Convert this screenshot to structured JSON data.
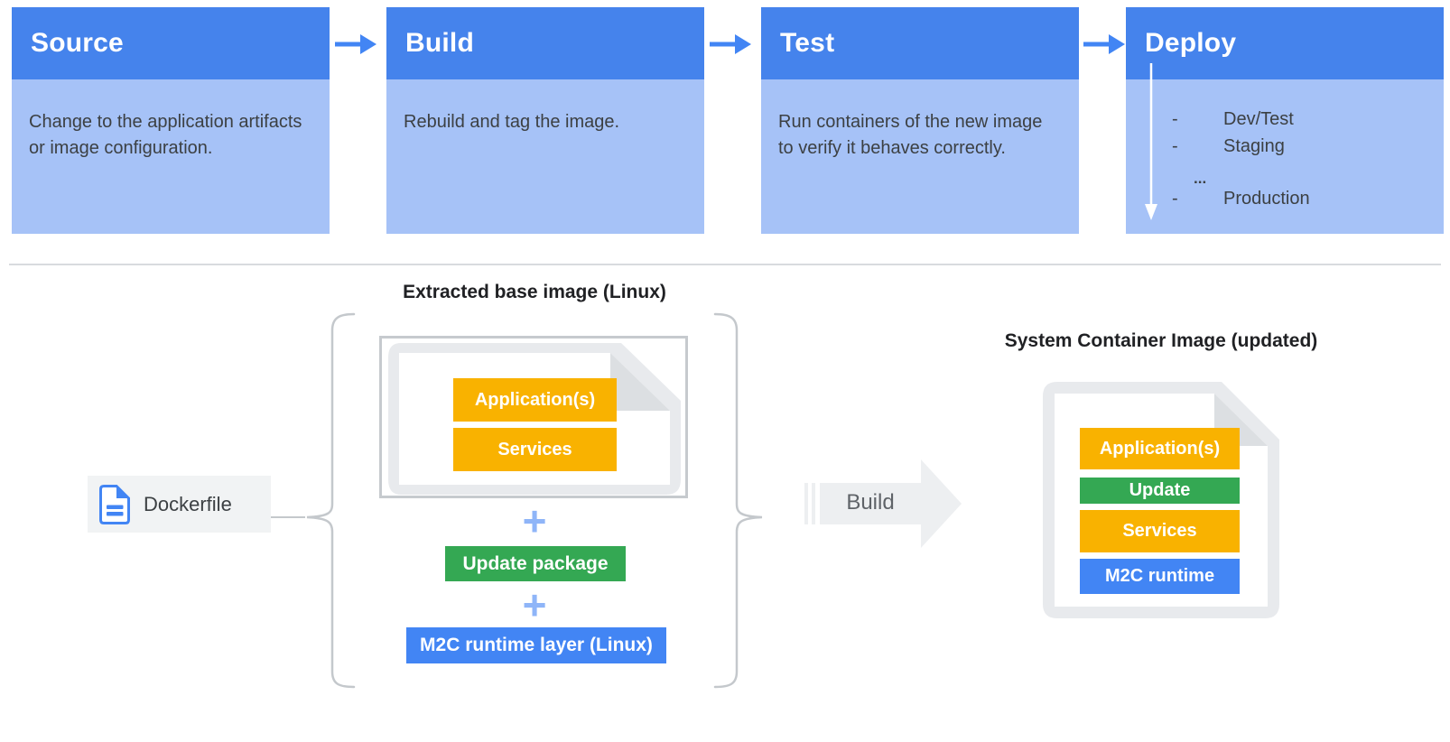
{
  "pipeline": {
    "stages": [
      {
        "title": "Source",
        "description": "Change to the application artifacts or image configuration."
      },
      {
        "title": "Build",
        "description": "Rebuild and tag the image."
      },
      {
        "title": "Test",
        "description": "Run containers of the new image to verify it behaves correctly."
      },
      {
        "title": "Deploy",
        "items": [
          {
            "bullet": "-",
            "label": "Dev/Test"
          },
          {
            "bullet": "-",
            "label": "Staging"
          },
          {
            "bullet": "",
            "label": "..."
          },
          {
            "bullet": "-",
            "label": "Production"
          }
        ]
      }
    ]
  },
  "build_flow": {
    "dockerfile_label": "Dockerfile",
    "extracted": {
      "title": "Extracted base image (Linux)",
      "layers": [
        "Application(s)",
        "Services"
      ]
    },
    "plus_sign": "+",
    "update_package_label": "Update package",
    "m2c_runtime_label": "M2C runtime layer (Linux)",
    "build_arrow_label": "Build",
    "system_image": {
      "title": "System Container Image (updated)",
      "layers": [
        {
          "label": "Application(s)"
        },
        {
          "label": "Update"
        },
        {
          "label": "Services"
        },
        {
          "label": "M2C runtime"
        }
      ]
    }
  },
  "colors": {
    "stage_header_blue": "#4583EC",
    "stage_body_blue": "#A6C2F7",
    "arrow_blue": "#4285F4",
    "amber": "#F9B200",
    "green": "#34A853",
    "layer_blue": "#4285F4",
    "plus_light_blue": "#8FB5F8",
    "document_gray": "#E8EAED",
    "text_dark": "#3C4043"
  }
}
